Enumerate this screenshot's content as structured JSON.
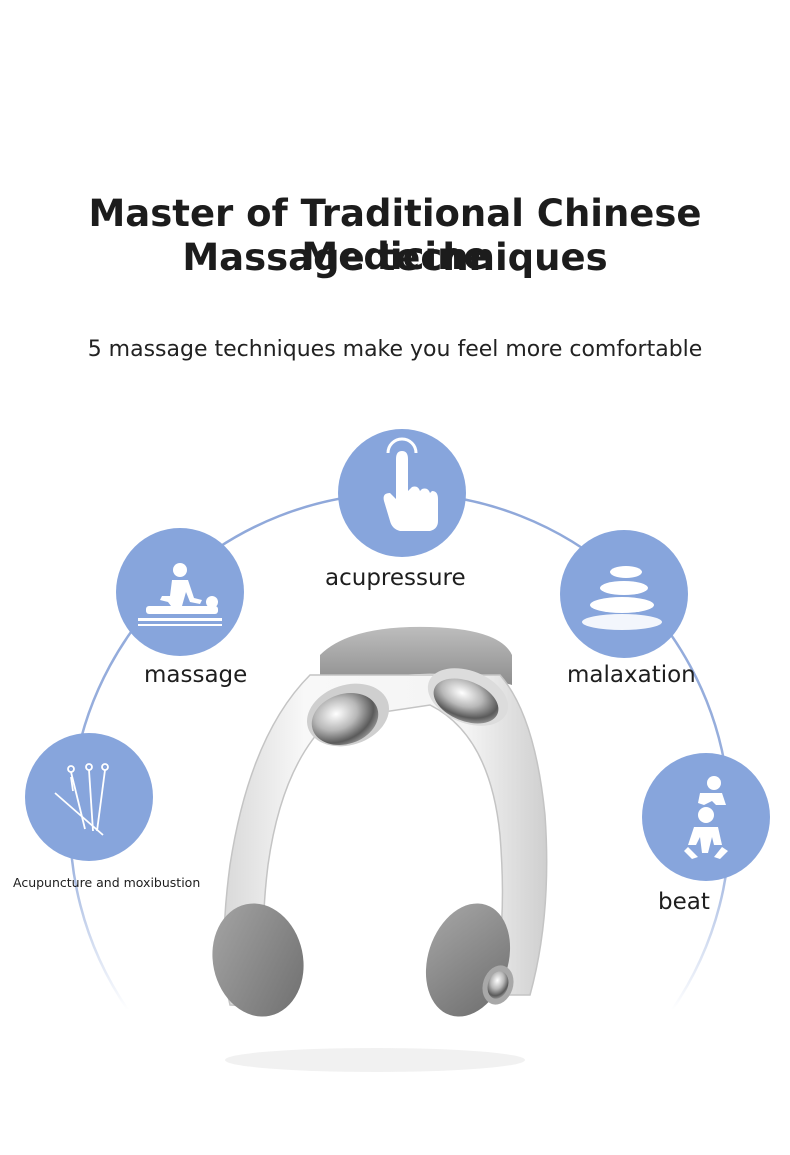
{
  "header": {
    "title_line1": "Master of Traditional Chinese Medicine",
    "title_line2": "Massage techniques",
    "subtitle": "5 massage techniques make you feel more comfortable"
  },
  "techniques": [
    {
      "id": "acupressure",
      "label": "acupressure",
      "icon": "finger-press-icon"
    },
    {
      "id": "massage",
      "label": "massage",
      "icon": "massage-therapist-icon"
    },
    {
      "id": "malaxation",
      "label": "malaxation",
      "icon": "stacked-stones-icon"
    },
    {
      "id": "acupuncture",
      "label": "Acupuncture and moxibustion",
      "icon": "needles-icon"
    },
    {
      "id": "beat",
      "label": "beat",
      "icon": "person-beat-icon"
    }
  ],
  "colors": {
    "badge": "#87a5dc",
    "arc": "#8fa8da",
    "device_body": "#eeeeee",
    "device_pad": "#8d8d8d"
  }
}
